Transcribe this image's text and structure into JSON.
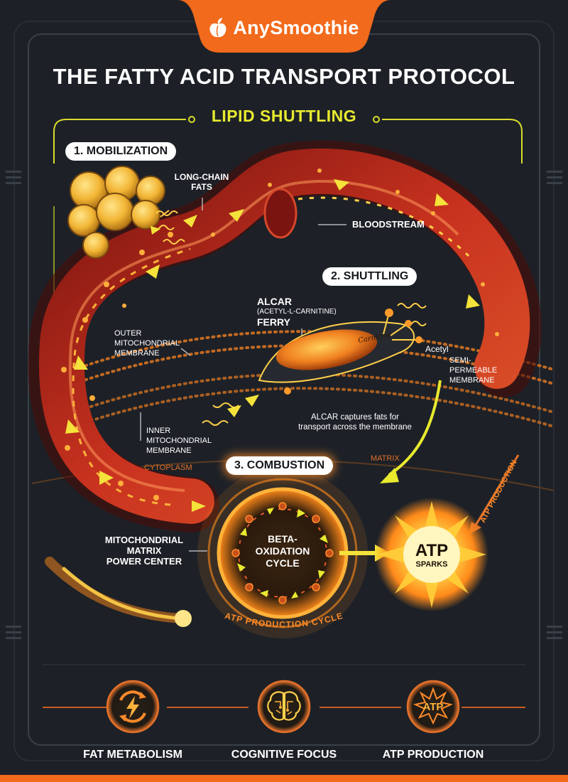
{
  "brand": {
    "name": "AnySmoothie",
    "logo_icon": "peach-logo-icon"
  },
  "title": "THE FATTY ACID TRANSPORT PROTOCOL",
  "section_title": "LIPID SHUTTLING",
  "steps": {
    "mobilization": "1. MOBILIZATION",
    "shuttling": "2. SHUTTLING",
    "combustion": "3. COMBUSTION"
  },
  "labels": {
    "long_chain_fats": "LONG-CHAIN\nFATS",
    "bloodstream": "BLOODSTREAM",
    "alcar": "ALCAR",
    "alcar_full": "(ACETYL-L-CARNITINE)",
    "ferry": "FERRY",
    "carnitine": "Carnitine",
    "acetyl": "Acetyl",
    "outer_membrane": "OUTER\nMITOCHONDRIAL\nMEMBRANE",
    "semi_permeable": "SEMI-\nPERMEABLE\nMEMBRANE",
    "alcar_caption": "ALCAR captures fats for\ntransport across the membrane",
    "inner_membrane": "INNER\nMITOCHONDRIAL\nMEMBRANE",
    "cytoplasm": "CYTOPLASM",
    "matrix": "MATRIX",
    "matrix_power_center": "MITOCHONDRIAL\nMATRIX\nPOWER CENTER",
    "beta_oxidation": "BETA-\nOXIDATION\nCYCLE",
    "atp": "ATP",
    "sparks": "SPARKS",
    "atp_production_tag": "ATP PRODUCTION",
    "atp_production_cycle": "ATP PRODUCTION CYCLE"
  },
  "benefits": [
    {
      "label": "FAT METABOLISM",
      "icon": "lightning-cycle-icon"
    },
    {
      "label": "COGNITIVE FOCUS",
      "icon": "brain-circuit-icon"
    },
    {
      "label": "ATP PRODUCTION",
      "icon": "atp-burst-icon",
      "icon_text": "ATP"
    }
  ],
  "colors": {
    "background": "#1d2127",
    "brand_orange": "#f26a1b",
    "accent_yellow": "#e8ea2f",
    "artery_red": "#b3261e",
    "glow_orange": "#ff8a2a"
  }
}
